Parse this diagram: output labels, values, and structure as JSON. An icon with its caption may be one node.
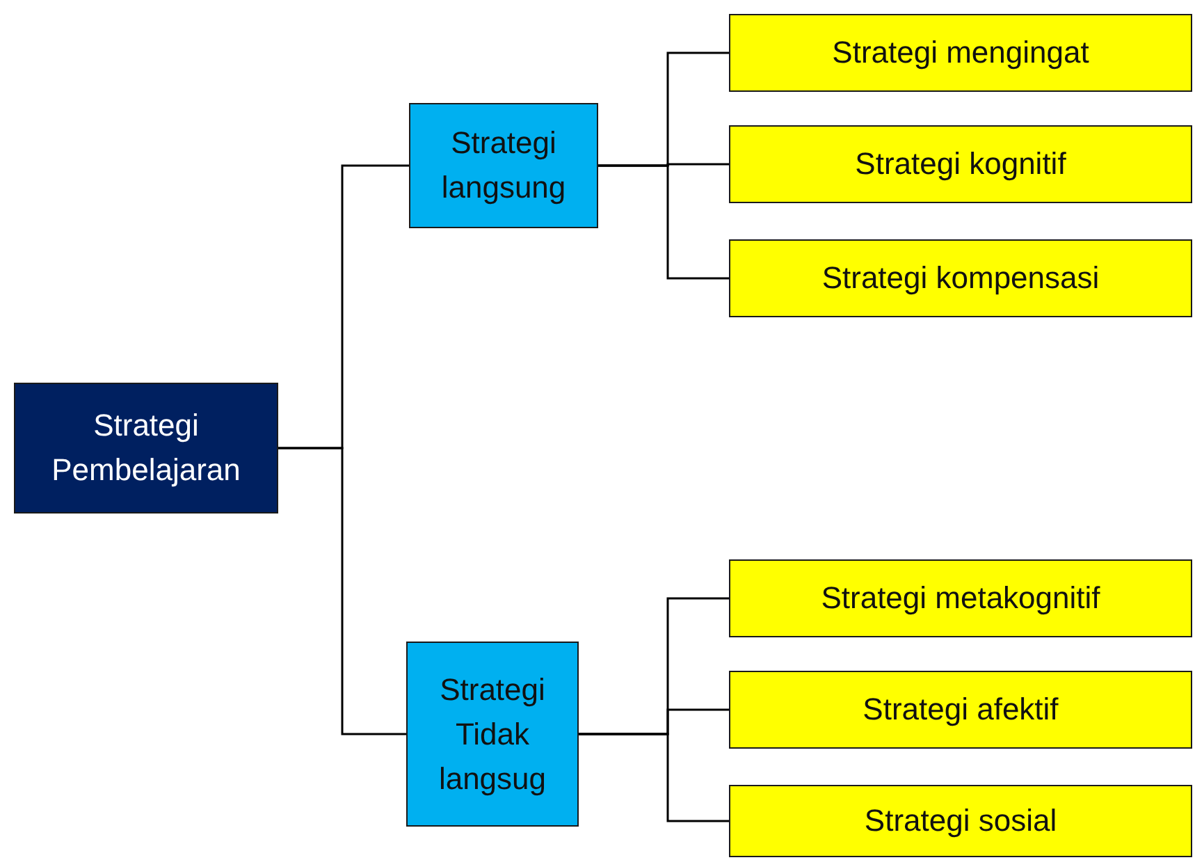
{
  "diagram": {
    "nodes": [
      {
        "text": [
          "Strategi Pembelajaran"
        ]
      },
      {
        "text": [
          "Strategi langsung"
        ]
      },
      {
        "text": [
          "Strategi Tidak langsug"
        ]
      },
      {
        "text": [
          "Strategi mengingat"
        ]
      },
      {
        "text": [
          "Strategi kognitif"
        ]
      },
      {
        "text": [
          "Strategi kompensasi"
        ]
      },
      {
        "text": [
          "Strategi metakognitif"
        ]
      },
      {
        "text": [
          "Strategi afektif"
        ]
      },
      {
        "text": [
          "Strategi sosial"
        ]
      }
    ],
    "edges": [
      {
        "from": 0,
        "to": 1,
        "arrow": "none"
      },
      {
        "from": 0,
        "to": 2,
        "arrow": "none"
      },
      {
        "from": 1,
        "to": 3,
        "arrow": "none"
      },
      {
        "from": 1,
        "to": 4,
        "arrow": "none"
      },
      {
        "from": 1,
        "to": 5,
        "arrow": "none"
      },
      {
        "from": 2,
        "to": 6,
        "arrow": "none"
      },
      {
        "from": 2,
        "to": 7,
        "arrow": "none"
      },
      {
        "from": 2,
        "to": 8,
        "arrow": "none"
      }
    ]
  }
}
